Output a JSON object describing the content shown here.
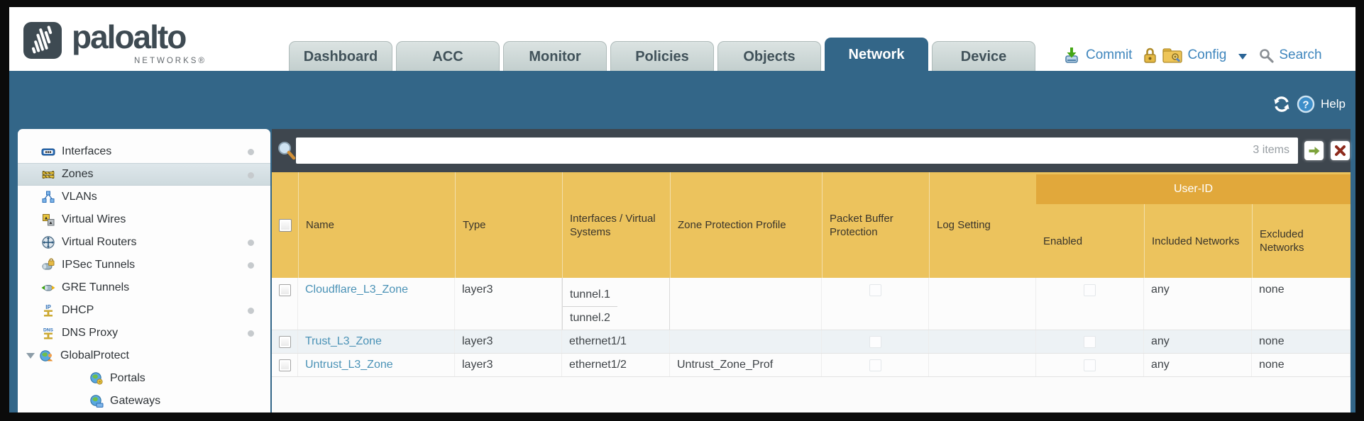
{
  "brand": {
    "logo_text": "paloalto",
    "logo_sub": "NETWORKS®"
  },
  "nav_tabs": {
    "items": [
      "Dashboard",
      "ACC",
      "Monitor",
      "Policies",
      "Objects",
      "Network",
      "Device"
    ],
    "active": "Network"
  },
  "header_actions": {
    "commit": "Commit",
    "config": "Config",
    "search": "Search"
  },
  "band_actions": {
    "help": "Help"
  },
  "sidebar": {
    "items": [
      {
        "label": "Interfaces",
        "icon": "interfaces-icon",
        "dot": true
      },
      {
        "label": "Zones",
        "icon": "zones-icon",
        "dot": true,
        "selected": true
      },
      {
        "label": "VLANs",
        "icon": "vlans-icon",
        "dot": false
      },
      {
        "label": "Virtual Wires",
        "icon": "virtual-wires-icon",
        "dot": false
      },
      {
        "label": "Virtual Routers",
        "icon": "virtual-routers-icon",
        "dot": true
      },
      {
        "label": "IPSec Tunnels",
        "icon": "ipsec-tunnels-icon",
        "dot": true
      },
      {
        "label": "GRE Tunnels",
        "icon": "gre-tunnels-icon",
        "dot": false
      },
      {
        "label": "DHCP",
        "icon": "dhcp-icon",
        "dot": true
      },
      {
        "label": "DNS Proxy",
        "icon": "dns-proxy-icon",
        "dot": true
      },
      {
        "label": "GlobalProtect",
        "icon": "globalprotect-icon",
        "dot": false,
        "expanded": true
      },
      {
        "label": "Portals",
        "icon": "portals-icon",
        "indent": true
      },
      {
        "label": "Gateways",
        "icon": "gateways-icon",
        "indent": true
      }
    ]
  },
  "toolbar": {
    "filter_value": "",
    "items_count": "3 items"
  },
  "table": {
    "user_id_group_label": "User-ID",
    "columns": [
      "Name",
      "Type",
      "Interfaces / Virtual Systems",
      "Zone Protection Profile",
      "Packet Buffer Protection",
      "Log Setting",
      "Enabled",
      "Included Networks",
      "Excluded Networks"
    ],
    "rows": [
      {
        "name": "Cloudflare_L3_Zone",
        "type": "layer3",
        "interfaces": [
          "tunnel.1",
          "tunnel.2"
        ],
        "zone_protection_profile": "",
        "log_setting": "",
        "included_networks": "any",
        "excluded_networks": "none"
      },
      {
        "name": "Trust_L3_Zone",
        "type": "layer3",
        "interfaces": [
          "ethernet1/1"
        ],
        "zone_protection_profile": "",
        "log_setting": "",
        "included_networks": "any",
        "excluded_networks": "none"
      },
      {
        "name": "Untrust_L3_Zone",
        "type": "layer3",
        "interfaces": [
          "ethernet1/2"
        ],
        "zone_protection_profile": "Untrust_Zone_Prof",
        "log_setting": "",
        "included_networks": "any",
        "excluded_networks": "none"
      }
    ]
  },
  "colors": {
    "teal_band": "#336688",
    "table_header": "#ecc35d",
    "user_id_band": "#e1a83b",
    "link_blue": "#4a92b6",
    "action_blue": "#3f86bd"
  }
}
